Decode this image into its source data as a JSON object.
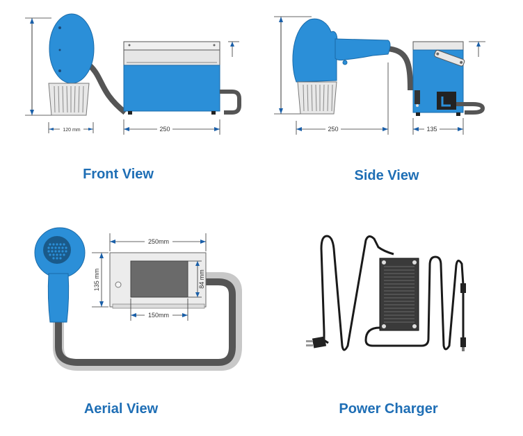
{
  "colors": {
    "device_blue": "#2b8fd8",
    "device_blue_dark": "#1a6aa8",
    "cable": "#5a5a5a",
    "caption": "#1e6eb5",
    "charger": "#3a3a3a"
  },
  "front": {
    "caption": "Front View",
    "dim_width_head": "120 mm",
    "dim_width_box": "250"
  },
  "side": {
    "caption": "Side View",
    "dim_width_box": "250",
    "dim_depth_box": "135"
  },
  "aerial": {
    "caption": "Aerial View",
    "dim_top": "250mm",
    "dim_left": "135 mm",
    "dim_window_h": "84 mm",
    "dim_window_w": "150mm"
  },
  "charger": {
    "caption": "Power Charger"
  }
}
